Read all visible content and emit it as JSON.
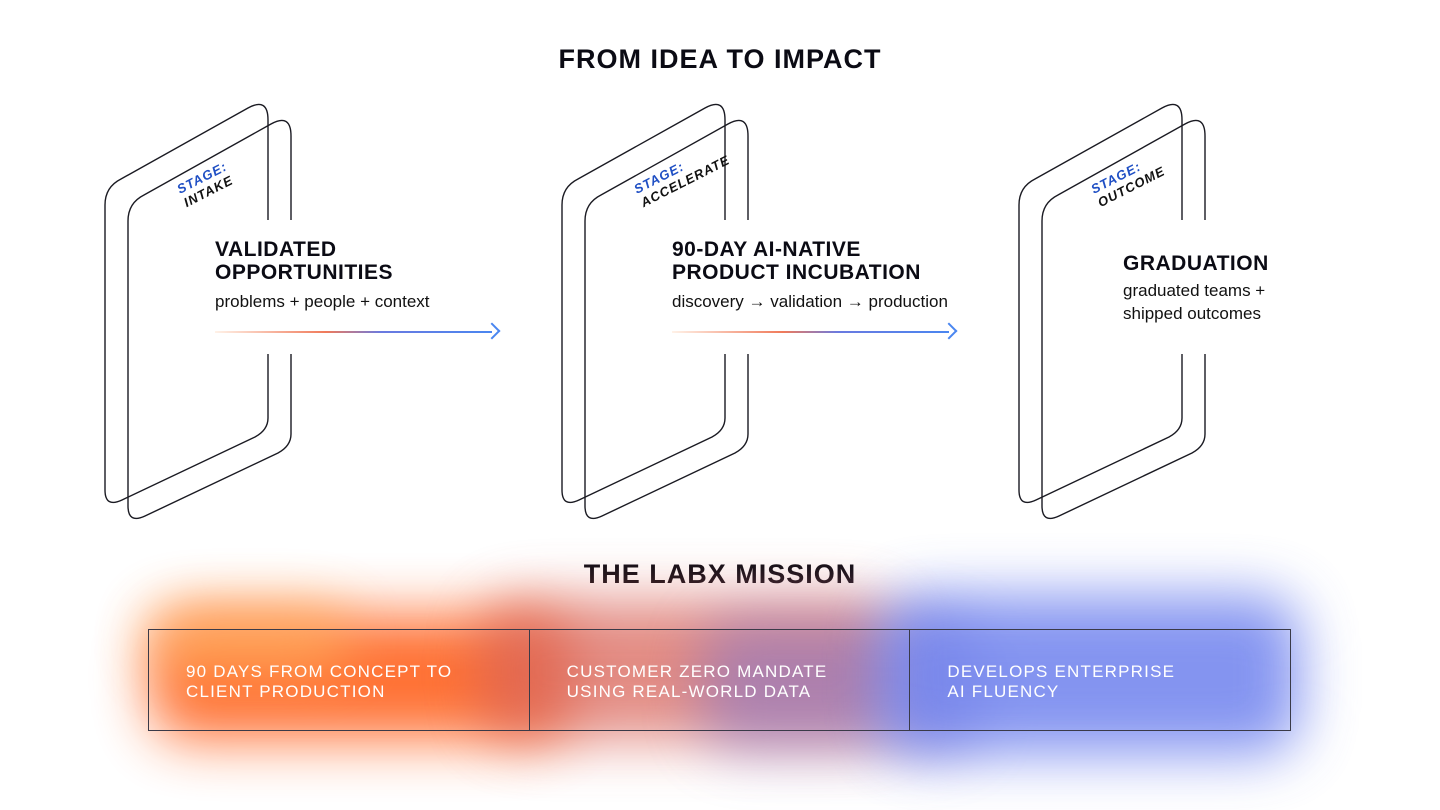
{
  "header": {
    "title": "FROM IDEA TO IMPACT"
  },
  "stages": [
    {
      "key": "STAGE:",
      "name": "INTAKE",
      "heading_line1": "VALIDATED",
      "heading_line2": "OPPORTUNITIES",
      "sub_line1": "problems + people + context",
      "sub_line2": ""
    },
    {
      "key": "STAGE:",
      "name": "ACCELERATE",
      "heading_line1": "90-DAY AI-NATIVE",
      "heading_line2": "PRODUCT INCUBATION",
      "sub_line1": "discovery → validation → production",
      "sub_line2": ""
    },
    {
      "key": "STAGE:",
      "name": "OUTCOME",
      "heading_line1": "GRADUATION",
      "heading_line2": "",
      "sub_line1": "graduated teams +",
      "sub_line2": "shipped outcomes"
    }
  ],
  "mission": {
    "title": "THE LABX MISSION",
    "items": [
      {
        "line1": "90 DAYS FROM CONCEPT TO",
        "line2": "CLIENT PRODUCTION"
      },
      {
        "line1": "CUSTOMER ZERO MANDATE",
        "line2": "USING REAL-WORLD DATA"
      },
      {
        "line1": "DEVELOPS ENTERPRISE",
        "line2": "AI FLUENCY"
      }
    ]
  },
  "colors": {
    "accent_blue": "#1f4fc4",
    "orange": "#ff6a2a",
    "blue": "#6f82ee"
  }
}
